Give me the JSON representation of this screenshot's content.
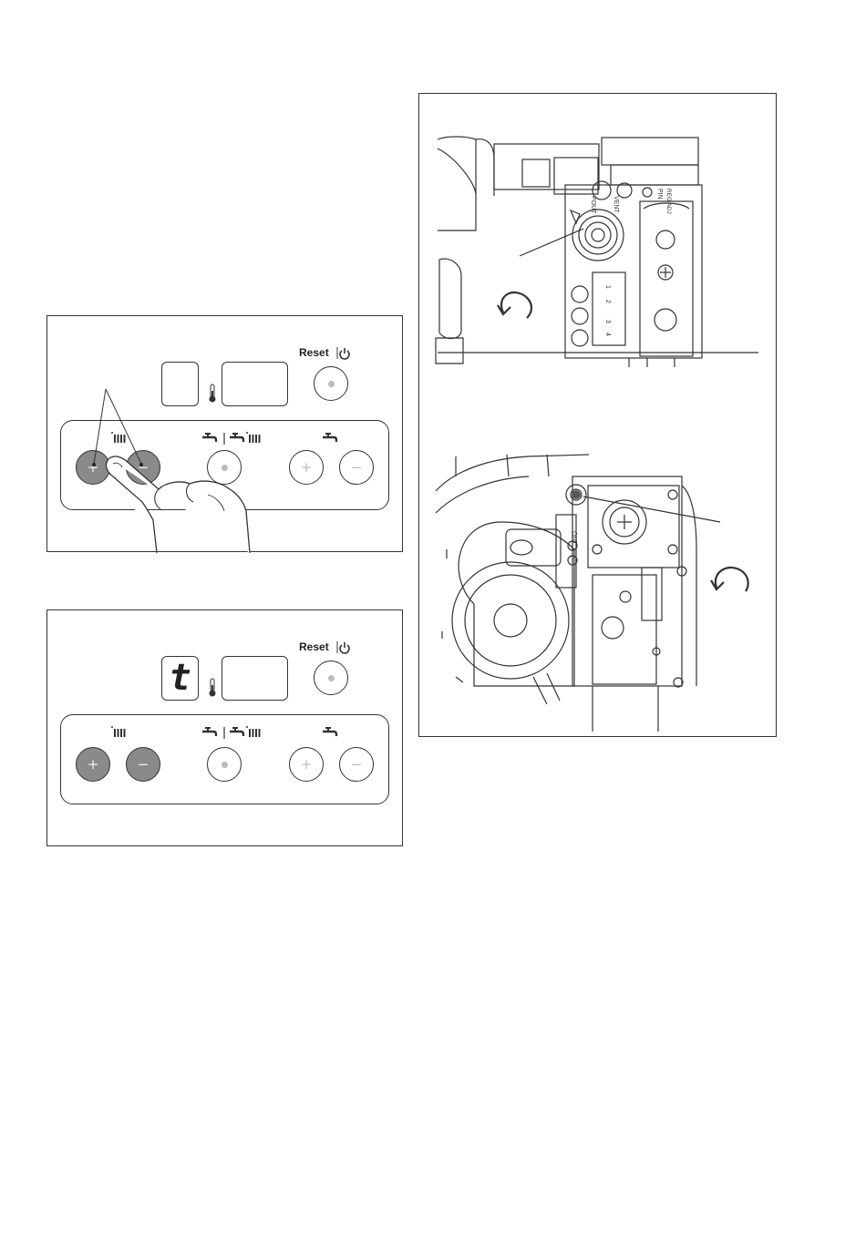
{
  "panels": [
    {
      "lcd_left": "",
      "reset_label": "Reset",
      "buttons": {
        "heating_plus": "+",
        "heating_minus": "−",
        "hot_water_plus": "+",
        "hot_water_minus": "−"
      }
    },
    {
      "lcd_left": "t",
      "reset_label": "Reset",
      "buttons": {
        "heating_plus": "+",
        "heating_minus": "−",
        "hot_water_plus": "+",
        "hot_water_minus": "−"
      }
    }
  ],
  "valve_top": {
    "labels": [
      "POUT",
      "VENT",
      "PIN",
      "REG ADJ"
    ],
    "connector_pins": [
      "1",
      "2",
      "3",
      "4"
    ]
  },
  "valve_bottom": {
    "labels": [
      "OUT"
    ]
  },
  "icons": {
    "heating": "radiator-icon",
    "hot_water": "tap-icon",
    "thermometer": "thermometer-icon",
    "power": "power-icon",
    "rotate": "counterclockwise-arrow-icon"
  },
  "colors": {
    "pressed_button": "#8a8a8a",
    "line": "#333333"
  }
}
